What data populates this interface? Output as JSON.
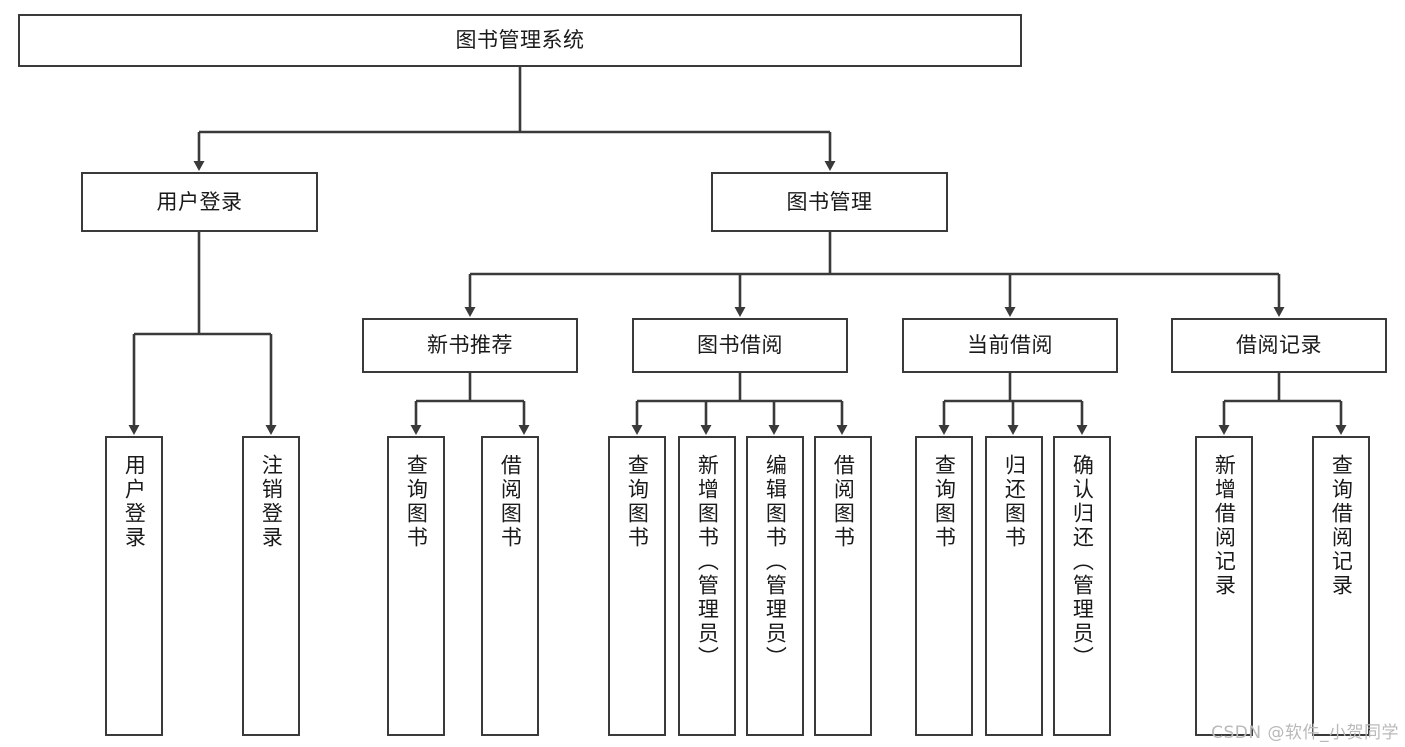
{
  "diagram": {
    "title": "图书管理系统",
    "type": "tree-hierarchy",
    "root": {
      "id": "root",
      "label": "图书管理系统"
    },
    "level2": [
      {
        "id": "user-login",
        "label": "用户登录"
      },
      {
        "id": "book-management",
        "label": "图书管理"
      }
    ],
    "level3": [
      {
        "id": "new-book-recommend",
        "label": "新书推荐",
        "parent": "book-management"
      },
      {
        "id": "book-borrow",
        "label": "图书借阅",
        "parent": "book-management"
      },
      {
        "id": "current-borrow",
        "label": "当前借阅",
        "parent": "book-management"
      },
      {
        "id": "borrow-record",
        "label": "借阅记录",
        "parent": "book-management"
      }
    ],
    "leaves": [
      {
        "id": "leaf-user-login",
        "label": "用户登录",
        "parent": "user-login"
      },
      {
        "id": "leaf-user-logout",
        "label": "注销登录",
        "parent": "user-login"
      },
      {
        "id": "leaf-query-book-1",
        "label": "查询图书",
        "parent": "new-book-recommend"
      },
      {
        "id": "leaf-borrow-book-1",
        "label": "借阅图书",
        "parent": "new-book-recommend"
      },
      {
        "id": "leaf-query-book-2",
        "label": "查询图书",
        "parent": "book-borrow"
      },
      {
        "id": "leaf-add-book",
        "label": "新增图书（管理员）",
        "parent": "book-borrow"
      },
      {
        "id": "leaf-edit-book",
        "label": "编辑图书（管理员）",
        "parent": "book-borrow"
      },
      {
        "id": "leaf-borrow-book-2",
        "label": "借阅图书",
        "parent": "book-borrow"
      },
      {
        "id": "leaf-query-book-3",
        "label": "查询图书",
        "parent": "current-borrow"
      },
      {
        "id": "leaf-return-book",
        "label": "归还图书",
        "parent": "current-borrow"
      },
      {
        "id": "leaf-confirm-return",
        "label": "确认归还（管理员）",
        "parent": "current-borrow"
      },
      {
        "id": "leaf-add-record",
        "label": "新增借阅记录",
        "parent": "borrow-record"
      },
      {
        "id": "leaf-query-record",
        "label": "查询借阅记录",
        "parent": "borrow-record"
      }
    ]
  },
  "watermark": {
    "text": "CSDN @软件_小贺同学"
  },
  "colors": {
    "border": "#3a3a3a",
    "background": "#ffffff",
    "text": "#1a1a1a",
    "wire": "#3a3a3a",
    "watermark": "#b9b9b9"
  }
}
